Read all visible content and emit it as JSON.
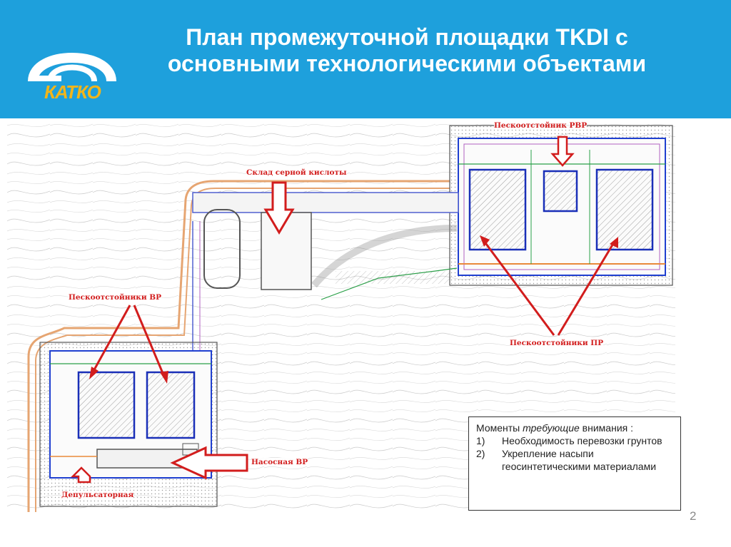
{
  "slide": {
    "title_line1": "План промежуточной площадки TKDI  с",
    "title_line2": "основными технологическими объектами",
    "logo_text": "КАТКО",
    "page_number": "2"
  },
  "plan": {
    "labels": {
      "sulfuric_acid_storage": "Склад серной кислоты",
      "sand_traps_rvr": "Пескоотстойник РВР",
      "sand_traps_vr": "Пескоотстойники ВР",
      "sand_traps_pr": "Пескоотстойники ПР",
      "pump_station_vr": "Насосная ВР",
      "dispatch_room": "Депульсаторная"
    }
  },
  "notes": {
    "heading_prefix": "Моменты ",
    "heading_emph": "требующие",
    "heading_suffix": " внимания :",
    "items": [
      {
        "num": "1)",
        "text": "Необходимость перевозки грунтов"
      },
      {
        "num": "2)",
        "text": "Укрепление насыпи геосинтетическими материалами"
      }
    ]
  },
  "colors": {
    "header_bg": "#1ea0dc",
    "annotation_red": "#d21d1d",
    "logo_gold": "#f2b51a"
  }
}
